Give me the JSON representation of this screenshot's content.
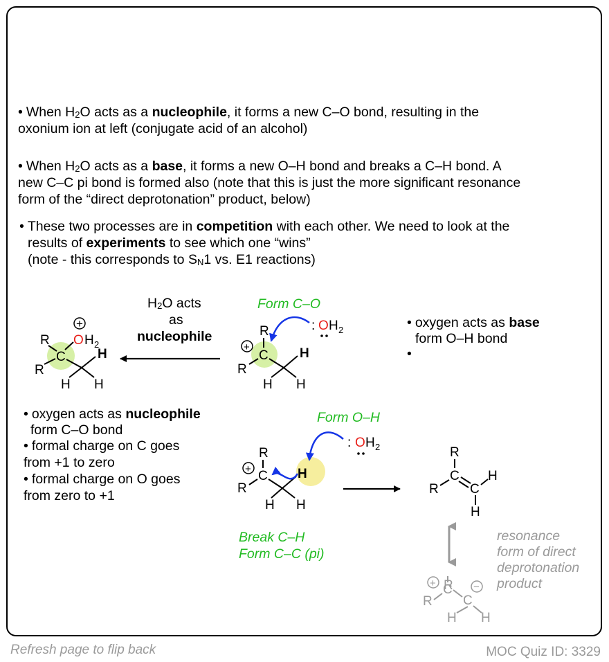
{
  "bullets": {
    "b1": {
      "pre": "When H",
      "sub": "2",
      "mid": "O acts as a ",
      "bold": "nucleophile",
      "post": ", it forms a new C–O bond, resulting in the",
      "line2": "oxonium ion at left (conjugate acid of an alcohol)"
    },
    "b2": {
      "pre": "When H",
      "sub": "2",
      "mid": "O acts as a ",
      "bold": "base",
      "post": ", it forms a new O–H bond and breaks a C–H bond. A",
      "line2": "new C–C pi bond is formed also (note that this is just the more significant resonance",
      "line3": "form of the “direct deprotonation” product, below)"
    },
    "b3": {
      "pre": "These two processes are in ",
      "bold": "competition",
      "post": " with each other. We need to look at the",
      "line2_pre": "results of ",
      "line2_bold": "experiments",
      "line2_post": " to see which one “wins”",
      "line3_pre": "(note - this corresponds to S",
      "line3_sub": "N",
      "line3_post": "1 vs. E1 reactions)"
    }
  },
  "nucleophile_arrow_label": {
    "l1_pre": "H",
    "l1_sub": "2",
    "l1_post": "O acts",
    "l2": "as",
    "l3": "nucleophile"
  },
  "form_co": "Form C–O",
  "base_note": {
    "l1_pre": "oxygen acts as ",
    "l1_bold": "base",
    "l2": "form O–H bond",
    "l3": ""
  },
  "nuc_note": {
    "l1_pre": "oxygen acts as ",
    "l1_bold": "nucleophile",
    "l2": "form C–O bond",
    "l3": "formal charge on C goes",
    "l4": "from +1 to zero",
    "l5": "formal charge on O goes",
    "l6": "from zero to +1"
  },
  "form_oh": "Form O–H",
  "break_ch": "Break C–H",
  "form_cc": "Form C–C (pi)",
  "resonance_note": [
    "resonance",
    "form of direct",
    "deprotonation",
    "product"
  ],
  "atoms": {
    "R": "R",
    "C": "C",
    "H": "H",
    "O": "O",
    "H2": "H",
    "two": "2",
    "plus": "+",
    "minus": "−",
    "lonepair": ":"
  },
  "footer": {
    "left": "Refresh page to flip back",
    "right": "MOC Quiz ID: 3329"
  },
  "colors": {
    "oxygen": "#e8201a",
    "curved_arrow": "#1535e6",
    "green_text": "#22bb22",
    "green_highlight": "#d6f0a6",
    "yellow_highlight": "#f6ee9e",
    "grey": "#9a9a9a"
  }
}
